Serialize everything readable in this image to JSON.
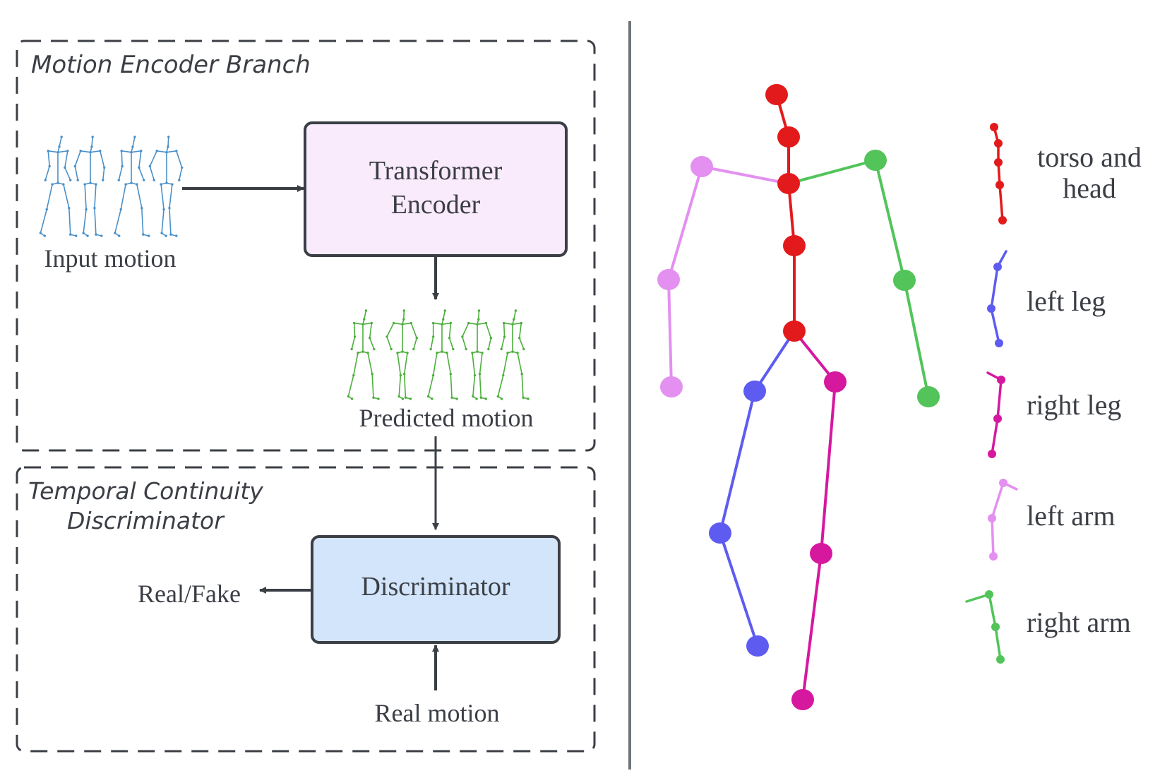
{
  "left_panel": {
    "motion_encoder_group": {
      "title": "Motion Encoder Branch"
    },
    "discriminator_group": {
      "title_line1": "Temporal Continuity",
      "title_line2": "Discriminator"
    },
    "input_motion_label": "Input motion",
    "transformer_box": {
      "line1": "Transformer",
      "line2": "Encoder"
    },
    "predicted_motion_label": "Predicted motion",
    "discriminator_box": {
      "label": "Discriminator"
    },
    "real_fake_label": "Real/Fake",
    "real_motion_label": "Real motion"
  },
  "right_panel": {
    "legend": [
      {
        "key": "torso_head",
        "line1": "torso and",
        "line2": "head",
        "color": "#e31a1c"
      },
      {
        "key": "left_leg",
        "line1": "left leg",
        "color": "#5e5cf0"
      },
      {
        "key": "right_leg",
        "line1": "right leg",
        "color": "#d6189f"
      },
      {
        "key": "left_arm",
        "line1": "left arm",
        "color": "#e390f0"
      },
      {
        "key": "right_arm",
        "line1": "right arm",
        "color": "#52c45a"
      }
    ]
  },
  "colors": {
    "transformer_fill": "#f9eafc",
    "discriminator_fill": "#d3e5fb",
    "stroke": "#3b3f45",
    "input_motion_color": "#4a90c8",
    "predicted_motion_color": "#4caf3c"
  }
}
